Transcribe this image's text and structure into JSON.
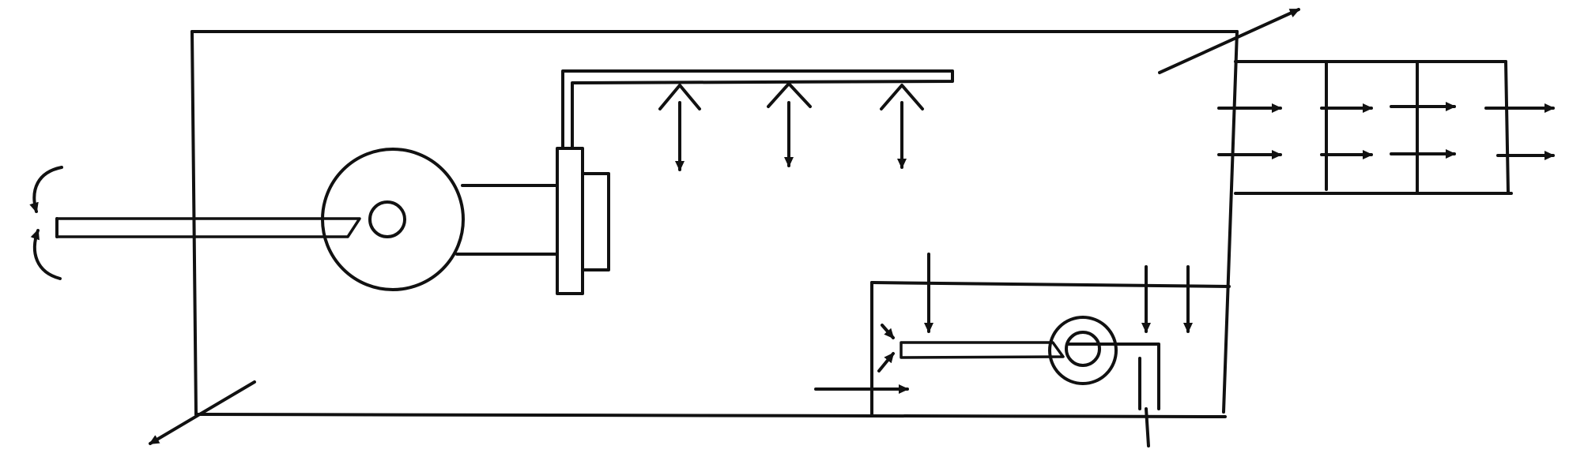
{
  "diagram": {
    "style": "hand-drawn black ink line sketch",
    "colors": {
      "ink": "#111111",
      "background": "#ffffff"
    },
    "components": [
      "housing-box",
      "fan-disc",
      "shaft-rod",
      "spray-pipe",
      "spray-nozzles",
      "side-block",
      "filter-grid",
      "lower-compartment",
      "small-pump",
      "flow-arrows"
    ],
    "labels": []
  }
}
